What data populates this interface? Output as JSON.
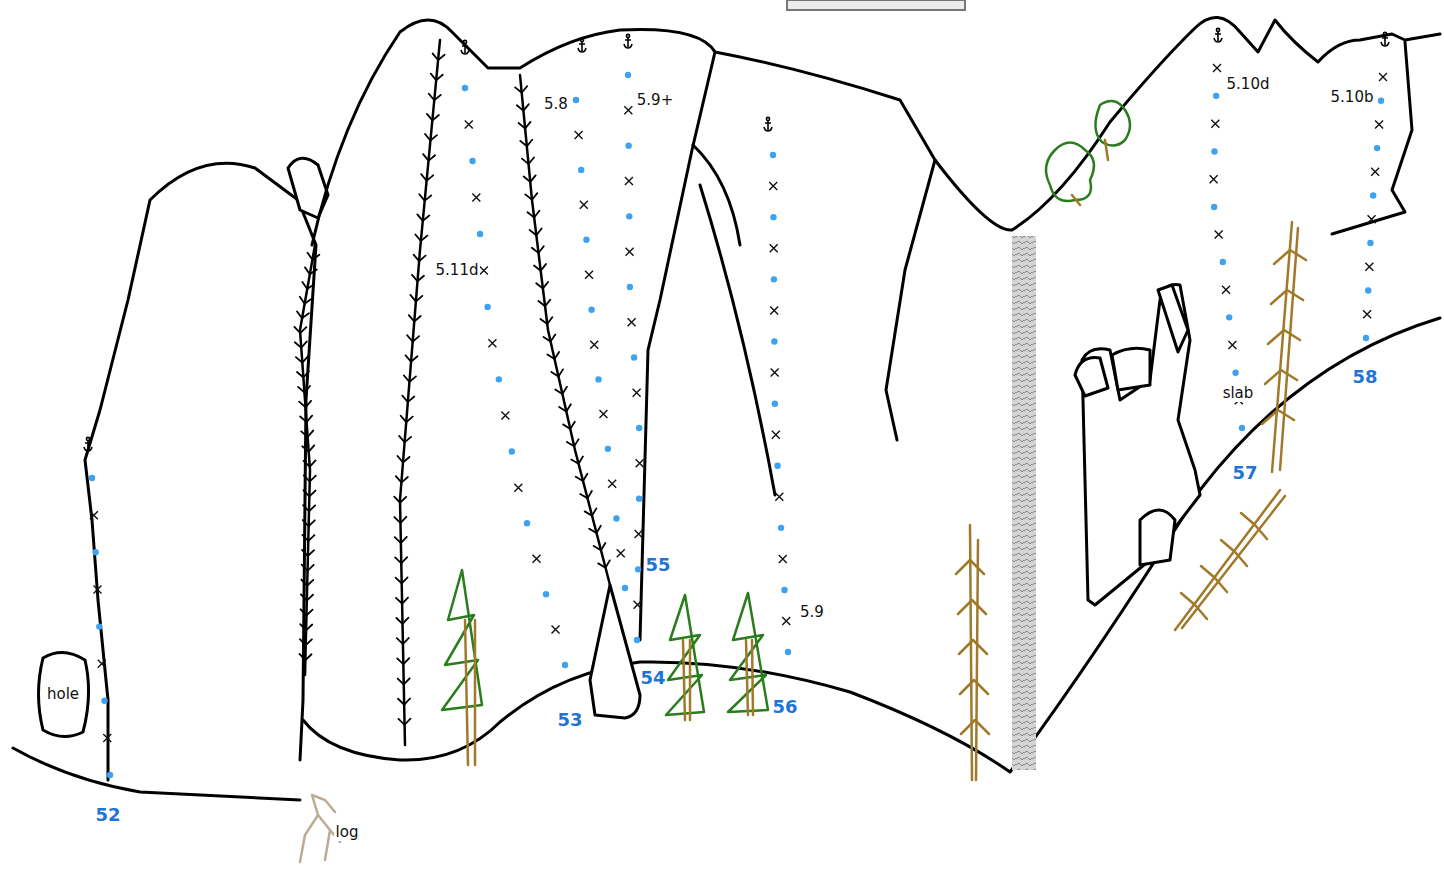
{
  "diagram": {
    "nodes": [
      {
        "text": [
          "hole"
        ]
      }
    ],
    "labels": [
      "52",
      "53",
      "54",
      "55",
      "56",
      "57",
      "58",
      "5.11d",
      "5.8",
      "5.9+",
      "5.9",
      "5.10d",
      "5.10b",
      "slab",
      "log"
    ]
  }
}
